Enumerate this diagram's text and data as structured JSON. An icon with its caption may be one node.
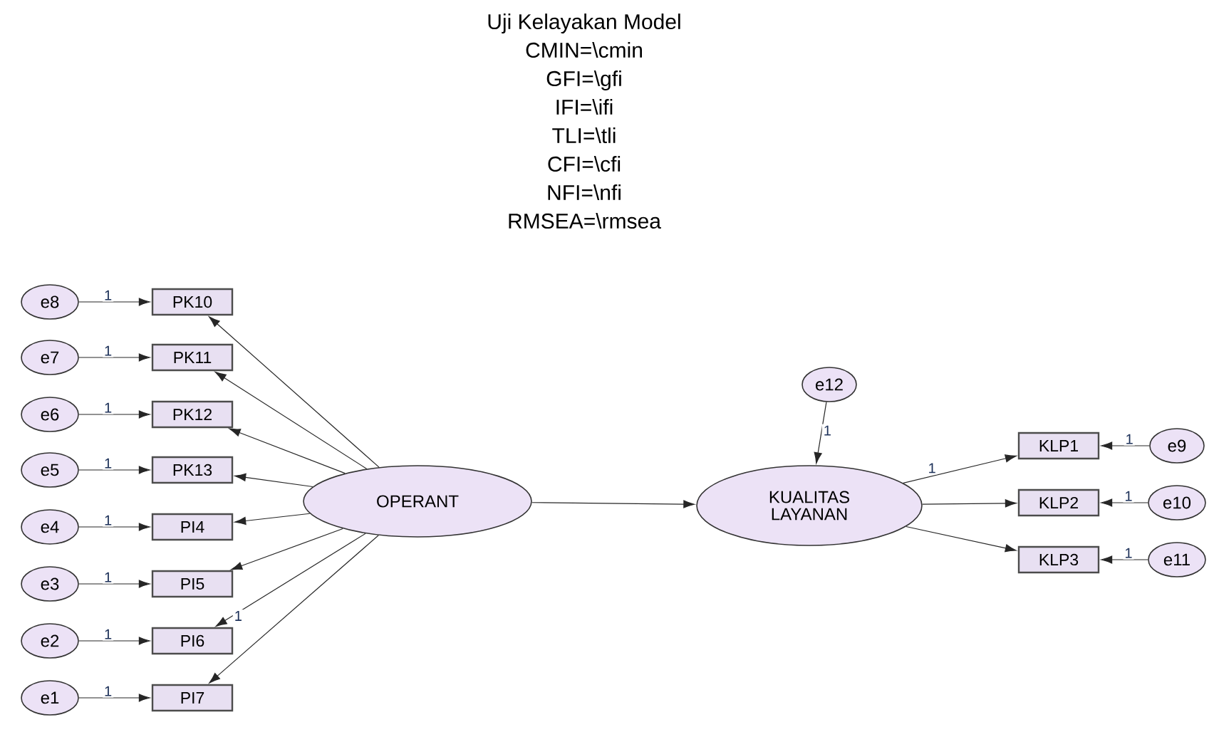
{
  "diagram": {
    "title": "Uji Kelayakan Model",
    "nodes": [
      {
        "text": [
          "e8"
        ]
      },
      {
        "text": [
          "PK10"
        ]
      },
      {
        "text": [
          "e7"
        ]
      },
      {
        "text": [
          "PK11"
        ]
      },
      {
        "text": [
          "e6"
        ]
      },
      {
        "text": [
          "PK12"
        ]
      },
      {
        "text": [
          "e5"
        ]
      },
      {
        "text": [
          "PK13"
        ]
      },
      {
        "text": [
          "e4"
        ]
      },
      {
        "text": [
          "PI4"
        ]
      },
      {
        "text": [
          "e3"
        ]
      },
      {
        "text": [
          "PI5"
        ]
      },
      {
        "text": [
          "e2"
        ]
      },
      {
        "text": [
          "PI6"
        ]
      },
      {
        "text": [
          "e1"
        ]
      },
      {
        "text": [
          "PI7"
        ]
      },
      {
        "text": [
          "OPERANT"
        ]
      },
      {
        "text": [
          "e12"
        ]
      },
      {
        "text": [
          "KUALITAS LAYANAN"
        ]
      },
      {
        "text": [
          "KLP1"
        ]
      },
      {
        "text": [
          "e9"
        ]
      },
      {
        "text": [
          "KLP2"
        ]
      },
      {
        "text": [
          "e10"
        ]
      },
      {
        "text": [
          "KLP3"
        ]
      },
      {
        "text": [
          "e11"
        ]
      }
    ],
    "edges": [
      {
        "from": 0,
        "to": 1,
        "arrow": "to",
        "label": "1"
      },
      {
        "from": 2,
        "to": 3,
        "arrow": "to",
        "label": "1"
      },
      {
        "from": 4,
        "to": 5,
        "arrow": "to",
        "label": "1"
      },
      {
        "from": 6,
        "to": 7,
        "arrow": "to",
        "label": "1"
      },
      {
        "from": 8,
        "to": 9,
        "arrow": "to",
        "label": "1"
      },
      {
        "from": 10,
        "to": 11,
        "arrow": "to",
        "label": "1"
      },
      {
        "from": 12,
        "to": 13,
        "arrow": "to",
        "label": "1"
      },
      {
        "from": 14,
        "to": 15,
        "arrow": "to",
        "label": "1"
      },
      {
        "from": 16,
        "to": 1,
        "arrow": "to"
      },
      {
        "from": 16,
        "to": 3,
        "arrow": "to"
      },
      {
        "from": 16,
        "to": 5,
        "arrow": "to"
      },
      {
        "from": 16,
        "to": 7,
        "arrow": "to"
      },
      {
        "from": 16,
        "to": 9,
        "arrow": "to"
      },
      {
        "from": 16,
        "to": 11,
        "arrow": "to"
      },
      {
        "from": 16,
        "to": 13,
        "arrow": "to",
        "label": "1"
      },
      {
        "from": 16,
        "to": 15,
        "arrow": "to"
      },
      {
        "from": 16,
        "to": 18,
        "arrow": "to"
      },
      {
        "from": 17,
        "to": 18,
        "arrow": "to",
        "label": "1"
      },
      {
        "from": 18,
        "to": 19,
        "arrow": "to",
        "label": "1"
      },
      {
        "from": 18,
        "to": 21,
        "arrow": "to"
      },
      {
        "from": 18,
        "to": 23,
        "arrow": "to"
      },
      {
        "from": 20,
        "to": 19,
        "arrow": "to",
        "label": "1"
      },
      {
        "from": 22,
        "to": 21,
        "arrow": "to",
        "label": "1"
      },
      {
        "from": 24,
        "to": 23,
        "arrow": "to",
        "label": "1"
      }
    ],
    "labels": [
      "CMIN=\\cmin",
      "GFI=\\gfi",
      "IFI=\\ifi",
      "TLI=\\tli",
      "CFI=\\cfi",
      "NFI=\\nfi",
      "RMSEA=\\rmsea"
    ]
  }
}
